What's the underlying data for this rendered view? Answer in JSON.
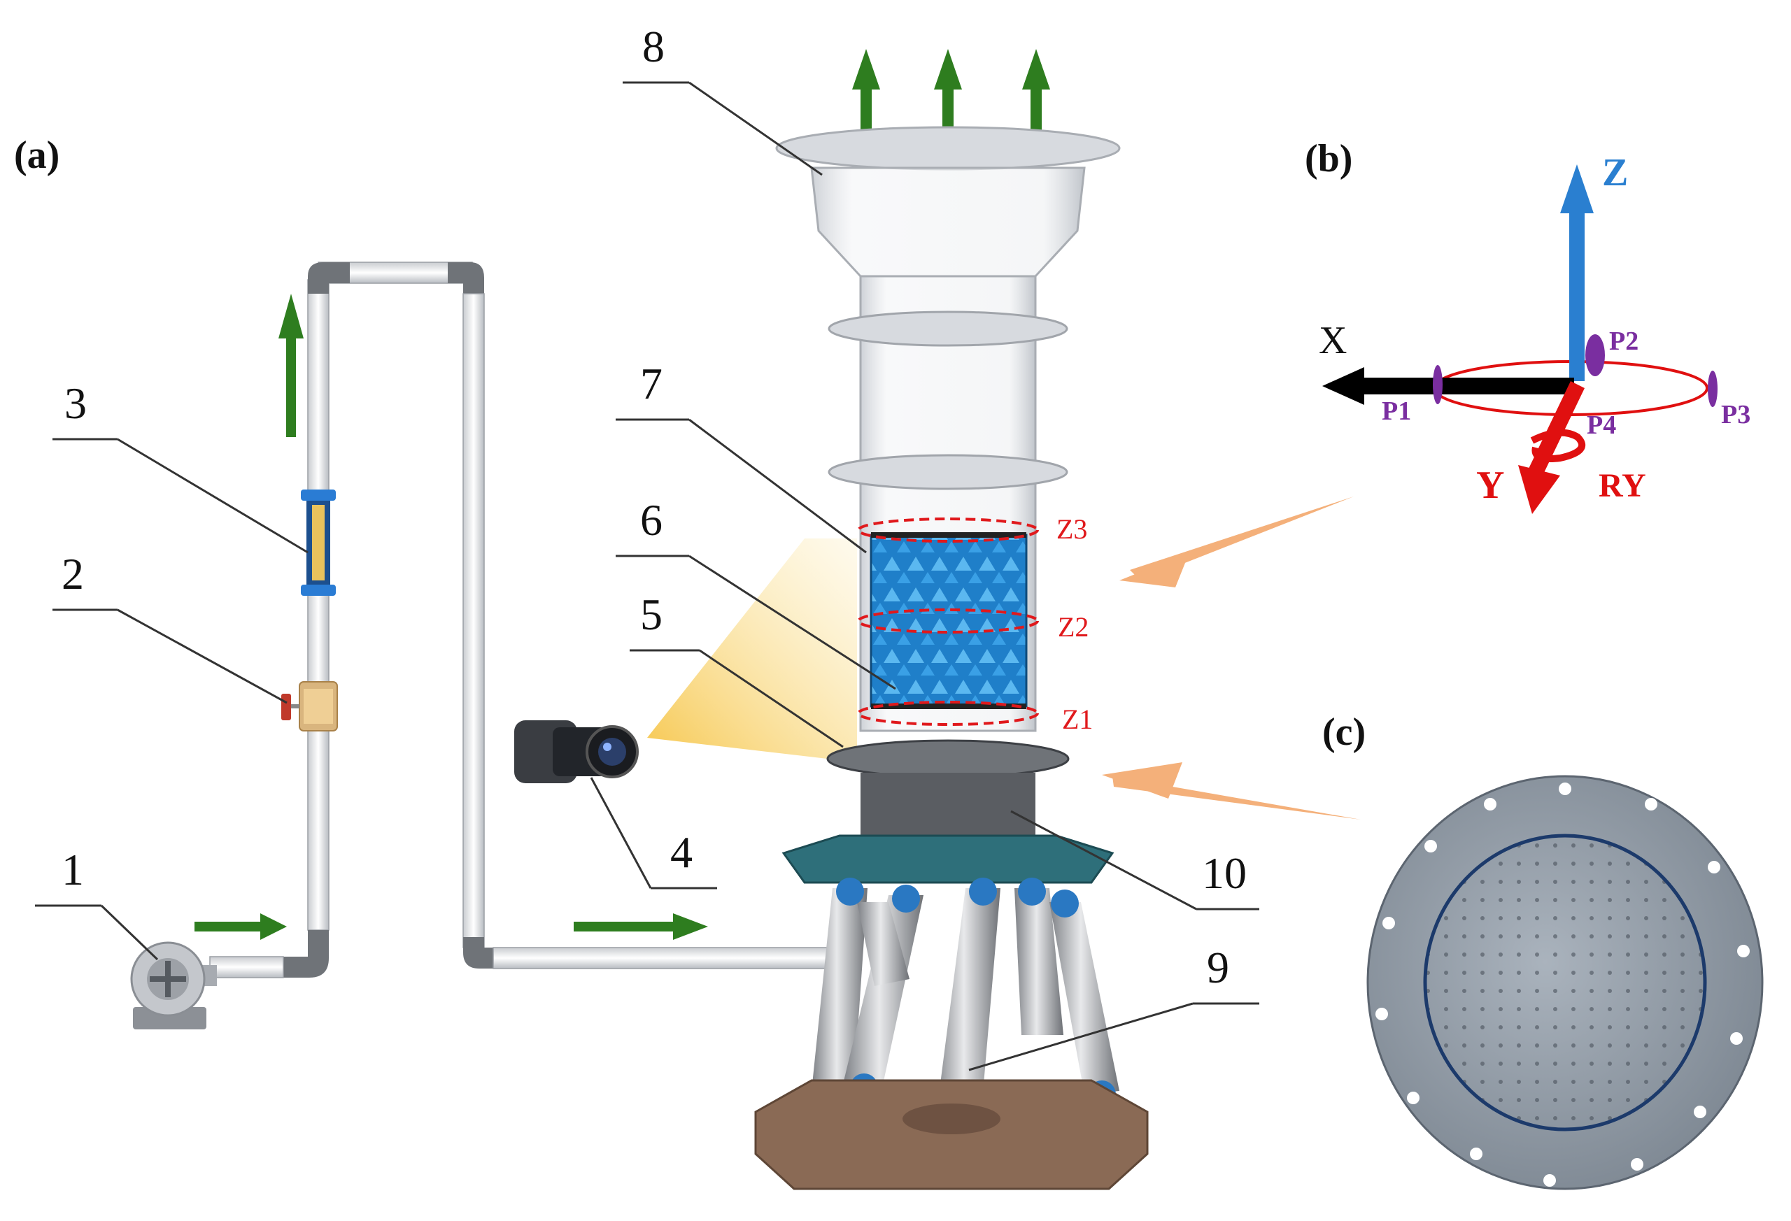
{
  "panels": {
    "a": "(a)",
    "b": "(b)",
    "c": "(c)"
  },
  "callouts": [
    "1",
    "2",
    "3",
    "4",
    "5",
    "6",
    "7",
    "8",
    "9",
    "10"
  ],
  "zones": [
    "Z1",
    "Z2",
    "Z3"
  ],
  "axes": {
    "x": "X",
    "y": "Y",
    "z": "Z",
    "ry": "RY"
  },
  "points": [
    "P1",
    "P2",
    "P3",
    "P4"
  ],
  "colors": {
    "flow_arrow": "#2e7d1f",
    "zone_ring": "#e0191c",
    "axis_z": "#2a7fd0",
    "axis_x": "#000000",
    "axis_y": "#e01010",
    "point": "#7a2ea0",
    "platform": "#2e6f7a",
    "packing": "#2a8fd6",
    "light_beam": "#f6c445",
    "pointer_arrow": "#f4b07a"
  }
}
